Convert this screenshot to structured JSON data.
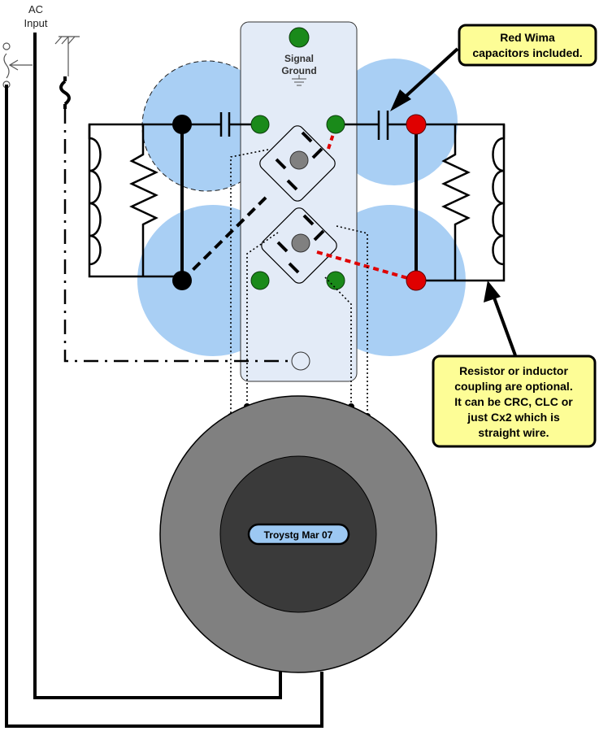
{
  "labels": {
    "ac_input_line1": "AC",
    "ac_input_line2": "Input",
    "signal_line1": "Signal",
    "signal_line2": "Ground"
  },
  "callouts": {
    "capacitors": [
      "Red Wima",
      "capacitors included."
    ],
    "coupling": [
      "Resistor or inductor",
      "coupling are optional.",
      "It can be CRC, CLC or",
      "just Cx2 which is",
      "straight wire."
    ]
  },
  "transformer_label": "Troystg Mar 07",
  "colors": {
    "cap_fill": "#a9cff4",
    "panel_fill": "#e3ebf7",
    "callout_fill": "#fdfd96",
    "terminal_green": "#1a8a1a",
    "terminal_red": "#e00000",
    "transformer_outer": "#808080",
    "transformer_inner": "#3a3a3a",
    "label_fill": "#9cc8f2"
  }
}
